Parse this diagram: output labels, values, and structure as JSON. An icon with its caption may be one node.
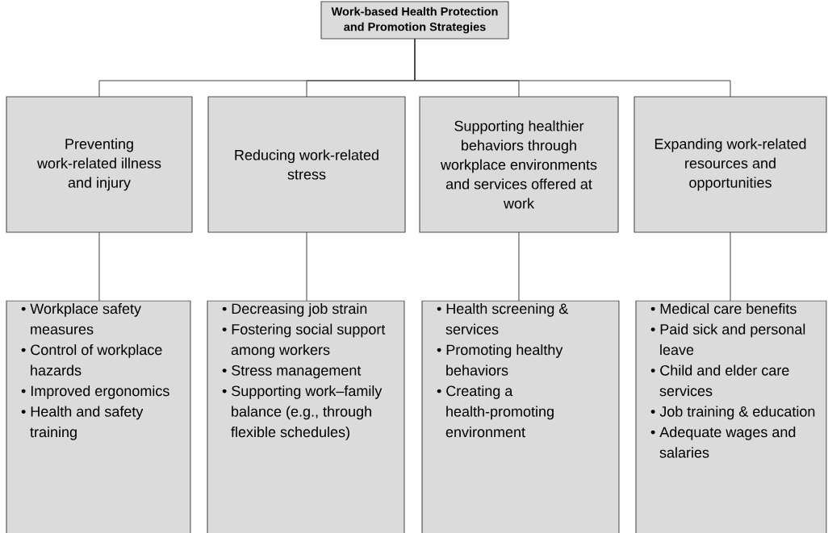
{
  "diagram": {
    "nodes": [
      {
        "text": [
          "Work-based Health Protection and Promotion Strategies"
        ]
      },
      {
        "text": [
          "Preventing work-related illness and injury"
        ]
      },
      {
        "text": [
          "Reducing work-related stress"
        ]
      },
      {
        "text": [
          "Supporting healthier behaviors through workplace environments and services offered at work"
        ]
      },
      {
        "text": [
          "Expanding work-related resources and opportunities"
        ]
      },
      {
        "text": [
          "• Workplace safety measures",
          "• Control of workplace hazards",
          "• Improved ergonomics",
          "• Health and safety training"
        ]
      },
      {
        "text": [
          "• Decreasing job strain",
          "• Fostering social support among workers",
          "• Stress management",
          "• Supporting work–family balance (e.g., through flexible schedules)"
        ]
      },
      {
        "text": [
          "• Health screening & services",
          "• Promoting healthy behaviors",
          "• Creating a health-promoting environment"
        ]
      },
      {
        "text": [
          "• Medical care benefits",
          "• Paid sick and personal leave",
          "• Child and elder care services",
          "• Job training & education",
          "• Adequate wages and salaries"
        ]
      }
    ],
    "edges": [
      {
        "from": 0,
        "to": 1,
        "arrow": "none"
      },
      {
        "from": 0,
        "to": 2,
        "arrow": "none"
      },
      {
        "from": 0,
        "to": 3,
        "arrow": "none"
      },
      {
        "from": 0,
        "to": 4,
        "arrow": "none"
      },
      {
        "from": 1,
        "to": 5,
        "arrow": "none"
      },
      {
        "from": 2,
        "to": 6,
        "arrow": "none"
      },
      {
        "from": 3,
        "to": 7,
        "arrow": "none"
      },
      {
        "from": 4,
        "to": 8,
        "arrow": "none"
      }
    ]
  }
}
